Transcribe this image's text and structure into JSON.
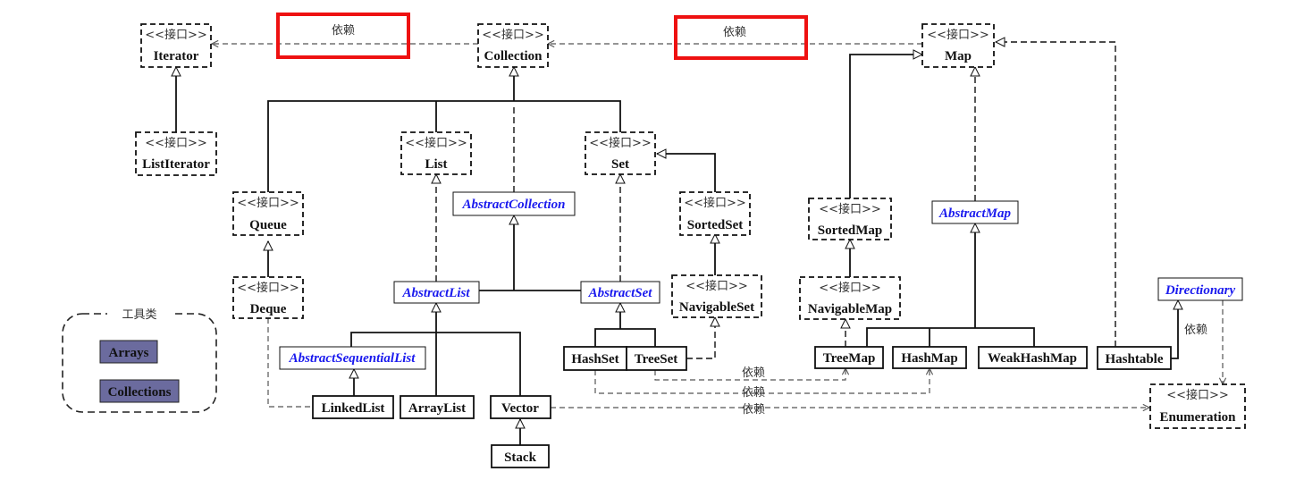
{
  "stereotype": "<<接口>>",
  "nodes": {
    "iterator": "Iterator",
    "list_iterator": "ListIterator",
    "collection": "Collection",
    "map": "Map",
    "list": "List",
    "set": "Set",
    "queue": "Queue",
    "deque": "Deque",
    "sorted_set": "SortedSet",
    "navigable_set": "NavigableSet",
    "abstract_collection": "AbstractCollection",
    "abstract_list": "AbstractList",
    "abstract_set": "AbstractSet",
    "abstract_sequential_list": "AbstractSequentialList",
    "linked_list": "LinkedList",
    "array_list": "ArrayList",
    "vector": "Vector",
    "stack": "Stack",
    "hash_set": "HashSet",
    "tree_set": "TreeSet",
    "sorted_map": "SortedMap",
    "navigable_map": "NavigableMap",
    "abstract_map": "AbstractMap",
    "tree_map": "TreeMap",
    "hash_map": "HashMap",
    "weak_hash_map": "WeakHashMap",
    "hashtable": "Hashtable",
    "directionary": "Directionary",
    "enumeration": "Enumeration"
  },
  "labels": {
    "dep_iterator": "依赖",
    "dep_map": "依赖",
    "dep_enumeration": "依赖",
    "dep_treemap": "依赖",
    "dep_hashmap": "依赖",
    "dep_vector": "依赖"
  },
  "tools": {
    "title": "工具类",
    "arrays": "Arrays",
    "collections": "Collections"
  },
  "colors": {
    "abstract_text": "#1a1aee",
    "highlight": "#ee1111",
    "tool_fill": "#6b6b9e"
  }
}
